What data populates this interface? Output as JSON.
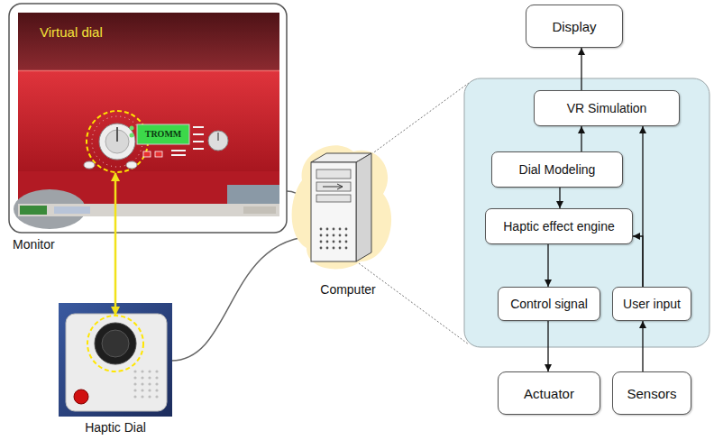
{
  "diagram": {
    "nodes": [
      {
        "text": [
          "Display"
        ]
      },
      {
        "text": [
          "VR Simulation"
        ]
      },
      {
        "text": [
          "Dial Modeling"
        ]
      },
      {
        "text": [
          "Haptic effect engine"
        ]
      },
      {
        "text": [
          "Control signal"
        ]
      },
      {
        "text": [
          "User input"
        ]
      },
      {
        "text": [
          "Actuator"
        ]
      },
      {
        "text": [
          "Sensors"
        ]
      }
    ],
    "edges": [
      {
        "from": 1,
        "to": 0,
        "arrow": "to"
      },
      {
        "from": 2,
        "to": 1,
        "arrow": "to"
      },
      {
        "from": 2,
        "to": 3,
        "arrow": "to"
      },
      {
        "from": 3,
        "to": 4,
        "arrow": "to"
      },
      {
        "from": 4,
        "to": 6,
        "arrow": "to"
      },
      {
        "from": 7,
        "to": 5,
        "arrow": "to"
      },
      {
        "from": 5,
        "to": 1,
        "arrow": "to"
      },
      {
        "from": 5,
        "to": 3,
        "arrow": "to"
      }
    ],
    "labels": [
      "Virtual dial",
      "TROMM",
      "Monitor",
      "Computer",
      "Haptic Dial"
    ]
  }
}
